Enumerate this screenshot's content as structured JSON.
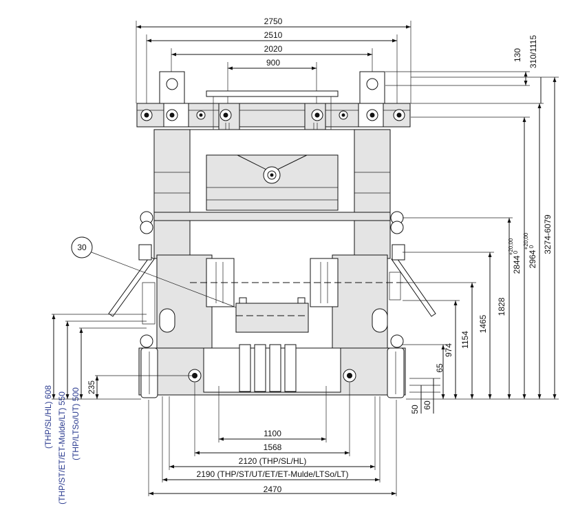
{
  "top_dimensions": {
    "d2750": "2750",
    "d2510": "2510",
    "d2020": "2020",
    "d900": "900"
  },
  "right_dimensions": {
    "d130": "130",
    "d310_1115": "310/1115",
    "d3274_6079": "3274-6079",
    "d2964": "2964",
    "d2964_tol_upper": "+20,00",
    "d2964_tol_lower": "0",
    "d2844": "2844",
    "d2844_tol_upper": "+20,00",
    "d2844_tol_lower": "0",
    "d1828": "1828",
    "d1465": "1465",
    "d1154": "1154",
    "d974": "974",
    "d65": "65",
    "d60": "60",
    "d50": "50"
  },
  "left_dimensions": {
    "d608": "(THP/SL/HL) 608",
    "d550": "(THP/ST/ET/ET-Mulde/LT) 550",
    "d500": "(THP/LTSo/UT) 500",
    "d235": "235"
  },
  "bottom_dimensions": {
    "d1100": "1100",
    "d1568": "1568",
    "d2120": "2120 (THP/SL/HL)",
    "d2190": "2190 (THP/ST/UT/ET/ET-Mulde/LTSo/LT)",
    "d2470": "2470"
  },
  "callout": {
    "number": "30"
  },
  "colors": {
    "line": "#111111",
    "label_blue": "#2a3a8f",
    "component_fill": "#e4e4e4"
  }
}
